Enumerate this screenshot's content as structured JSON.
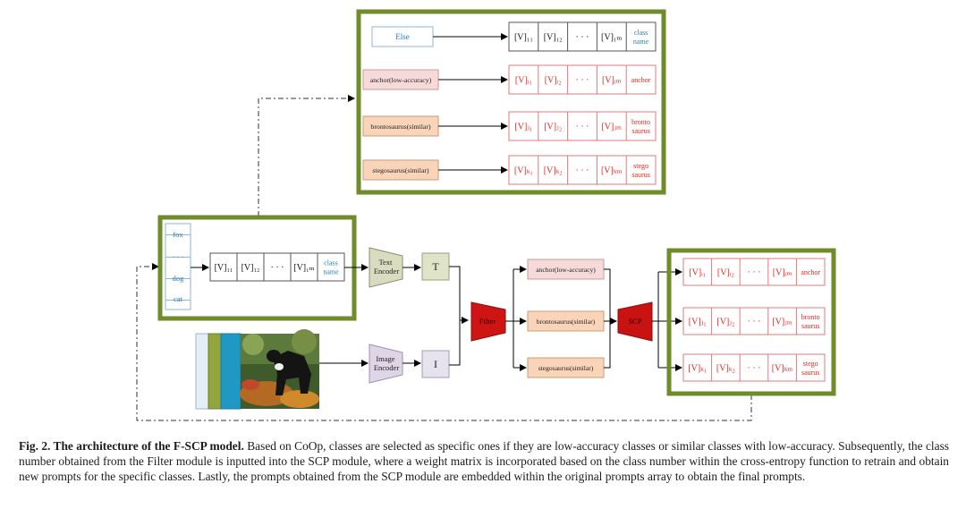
{
  "colors": {
    "green_frame": "#6f8b2a",
    "text_red": "#e2261c",
    "text_blue": "#2b7fb3",
    "pink_fill": "#f6d9d9",
    "peach_fill": "#f9d4b8",
    "text_encoder_fill": "#d9dcbf",
    "t_fill": "#dfe4c8",
    "image_encoder_fill": "#ded6e6",
    "i_fill": "#e6e2ee",
    "filter_fill": "#cf1414",
    "scp_fill": "#c91212",
    "teal": "#1f98c4",
    "olive": "#93a63d"
  },
  "top_panel": {
    "rows": [
      {
        "label": "Else",
        "tokens": [
          "[V]₁₁",
          "[V]₁₂",
          "· · ·",
          "[V]₁ₘ"
        ],
        "class_line1": "class",
        "class_line2": "name",
        "style": "blue"
      },
      {
        "label": "anchor(low-accuracy)",
        "tokens": [
          "[V]ᵢ₁",
          "[V]ᵢ₂",
          "· · ·",
          "[V]ᵢₘ"
        ],
        "class_line1": "anchor",
        "class_line2": "",
        "style": "pink"
      },
      {
        "label": "brontosaurus(similar)",
        "tokens": [
          "[V]ⱼ₁",
          "[V]ⱼ₂",
          "· · ·",
          "[V]ⱼₘ"
        ],
        "class_line1": "bronto",
        "class_line2": "saurus",
        "style": "peach"
      },
      {
        "label": "stegosaurus(similar)",
        "tokens": [
          "[V]ₖ₁",
          "[V]ₖ₂",
          "· · ·",
          "[V]ₖₘ"
        ],
        "class_line1": "stego",
        "class_line2": "saurus",
        "style": "peach"
      }
    ]
  },
  "left_panel": {
    "class_list": [
      "fox",
      "· · ·",
      "dog",
      "cat"
    ],
    "tokens": [
      "[V]₁₁",
      "[V]₁₂",
      "· · ·",
      "[V]₁ₘ"
    ],
    "class_line1": "class",
    "class_line2": "name"
  },
  "encoders": {
    "text_encoder_line1": "Text",
    "text_encoder_line2": "Encoder",
    "image_encoder_line1": "Image",
    "image_encoder_line2": "Encoder",
    "t_label": "T",
    "i_label": "I"
  },
  "filter_label": "Filter",
  "scp_label": "SCP",
  "middle_classes": [
    "anchor(low-accuracy)",
    "brontosaurus(similar)",
    "stegosaurus(similar)"
  ],
  "right_panel": {
    "rows": [
      {
        "tokens": [
          "[V]ᵢ₁",
          "[V]ᵢ₂",
          "· · ·",
          "[V]ᵢₘ"
        ],
        "class_line1": "anchor",
        "class_line2": ""
      },
      {
        "tokens": [
          "[V]ⱼ₁",
          "[V]ⱼ₂",
          "· · ·",
          "[V]ⱼₘ"
        ],
        "class_line1": "bronto",
        "class_line2": "saurus"
      },
      {
        "tokens": [
          "[V]ₖ₁",
          "[V]ₖ₂",
          "· · ·",
          "[V]ₖₘ"
        ],
        "class_line1": "stego",
        "class_line2": "saurus"
      }
    ]
  },
  "caption": {
    "bold": "Fig. 2. The architecture of the F-SCP model.",
    "text": " Based on CoOp, classes are selected as specific ones if they are low-accuracy classes or similar classes with low-accuracy. Subsequently, the class number obtained from the Filter module is inputted into the SCP module, where a weight matrix is incorporated based on the class number within the cross-entropy function to retrain and obtain new prompts for the specific classes. Lastly, the prompts obtained from the SCP module are embedded within the original prompts array to obtain the final prompts."
  }
}
